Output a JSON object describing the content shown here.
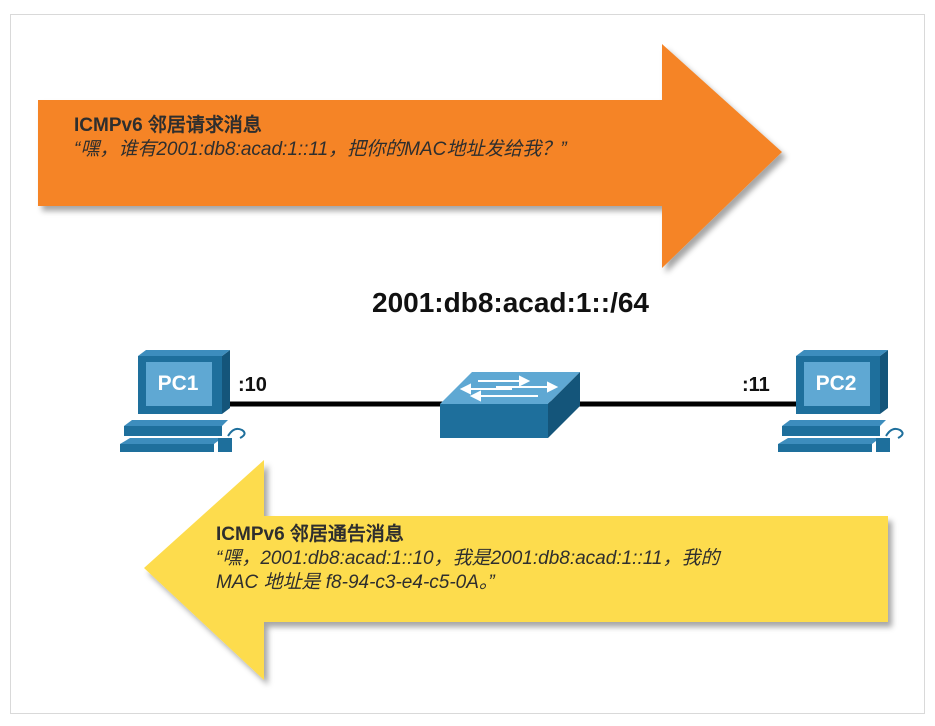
{
  "network": {
    "prefix": "2001:db8:acad:1::/64"
  },
  "pc1": {
    "label": "PC1",
    "interface_id": ":10"
  },
  "pc2": {
    "label": "PC2",
    "interface_id": ":11"
  },
  "neighbor_solicitation": {
    "title": "ICMPv6 邻居请求消息",
    "body": "“嘿，谁有2001:db8:acad:1::11，把你的MAC地址发给我？”"
  },
  "neighbor_advertisement": {
    "title": "ICMPv6 邻居通告消息",
    "body": "“嘿，2001:db8:acad:1::10，我是2001:db8:acad:1::11，我的 MAC 地址是 f8-94-c3-e4-c5-0A。”"
  },
  "colors": {
    "solicitation_arrow": "#f58426",
    "advertisement_arrow": "#fddc4d",
    "device_blue": "#1e6f9c",
    "device_light": "#5fa8d3"
  },
  "icons": [
    "pc-icon",
    "switch-icon"
  ]
}
